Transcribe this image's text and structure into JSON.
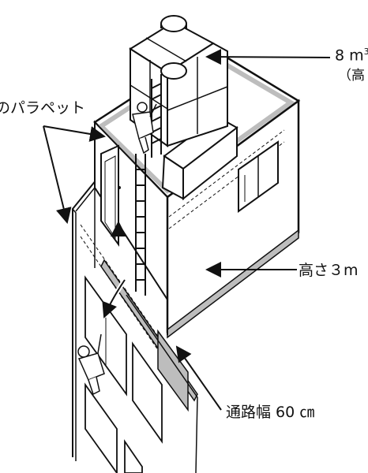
{
  "labels": {
    "parapet": "のパラペット",
    "tank_volume": "8 m",
    "tank_volume_sup": "3",
    "tank_note": "（高",
    "height": "高さ３m",
    "walkway": "通路幅 60 ㎝"
  },
  "colors": {
    "line": "#111111",
    "stripe": "#bdbdbd",
    "window_glass": "#ffffff"
  }
}
